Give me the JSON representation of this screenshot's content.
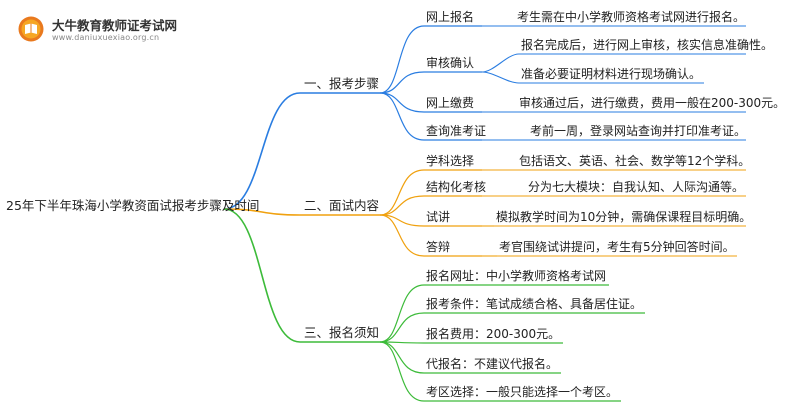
{
  "logo": {
    "title": "大牛教育教师证考试网",
    "subtitle": "www.daniuxuexiao.org.cn",
    "colors": {
      "badge_outer": "#e9791e",
      "badge_inner": "#f6a623"
    }
  },
  "root": {
    "label": "25年下半年珠海小学教资面试报考步骤及时间"
  },
  "colors": {
    "blue": "#2a7de1",
    "orange": "#f0a10f",
    "green": "#3dbb3a"
  },
  "branches": [
    {
      "label": "一、报考步骤",
      "color": "blue",
      "children": [
        {
          "label": "网上报名",
          "notes": [
            "考生需在中小学教师资格考试网进行报名。"
          ]
        },
        {
          "label": "审核确认",
          "notes": [
            "报名完成后，进行网上审核，核实信息准确性。",
            "准备必要证明材料进行现场确认。"
          ]
        },
        {
          "label": "网上缴费",
          "notes": [
            "审核通过后，进行缴费，费用一般在200-300元。"
          ]
        },
        {
          "label": "查询准考证",
          "notes": [
            "考前一周，登录网站查询并打印准考证。"
          ]
        }
      ]
    },
    {
      "label": "二、面试内容",
      "color": "orange",
      "children": [
        {
          "label": "学科选择",
          "notes": [
            "包括语文、英语、社会、数学等12个学科。"
          ]
        },
        {
          "label": "结构化考核",
          "notes": [
            "分为七大模块：自我认知、人际沟通等。"
          ]
        },
        {
          "label": "试讲",
          "notes": [
            "模拟教学时间为10分钟，需确保课程目标明确。"
          ]
        },
        {
          "label": "答辩",
          "notes": [
            "考官围绕试讲提问，考生有5分钟回答时间。"
          ]
        }
      ]
    },
    {
      "label": "三、报名须知",
      "color": "green",
      "children": [
        {
          "label": "报名网址：中小学教师资格考试网",
          "notes": []
        },
        {
          "label": "报考条件：笔试成绩合格、具备居住证。",
          "notes": []
        },
        {
          "label": "报名费用：200-300元。",
          "notes": []
        },
        {
          "label": "代报名：不建议代报名。",
          "notes": []
        },
        {
          "label": "考区选择：一般只能选择一个考区。",
          "notes": []
        }
      ]
    }
  ]
}
